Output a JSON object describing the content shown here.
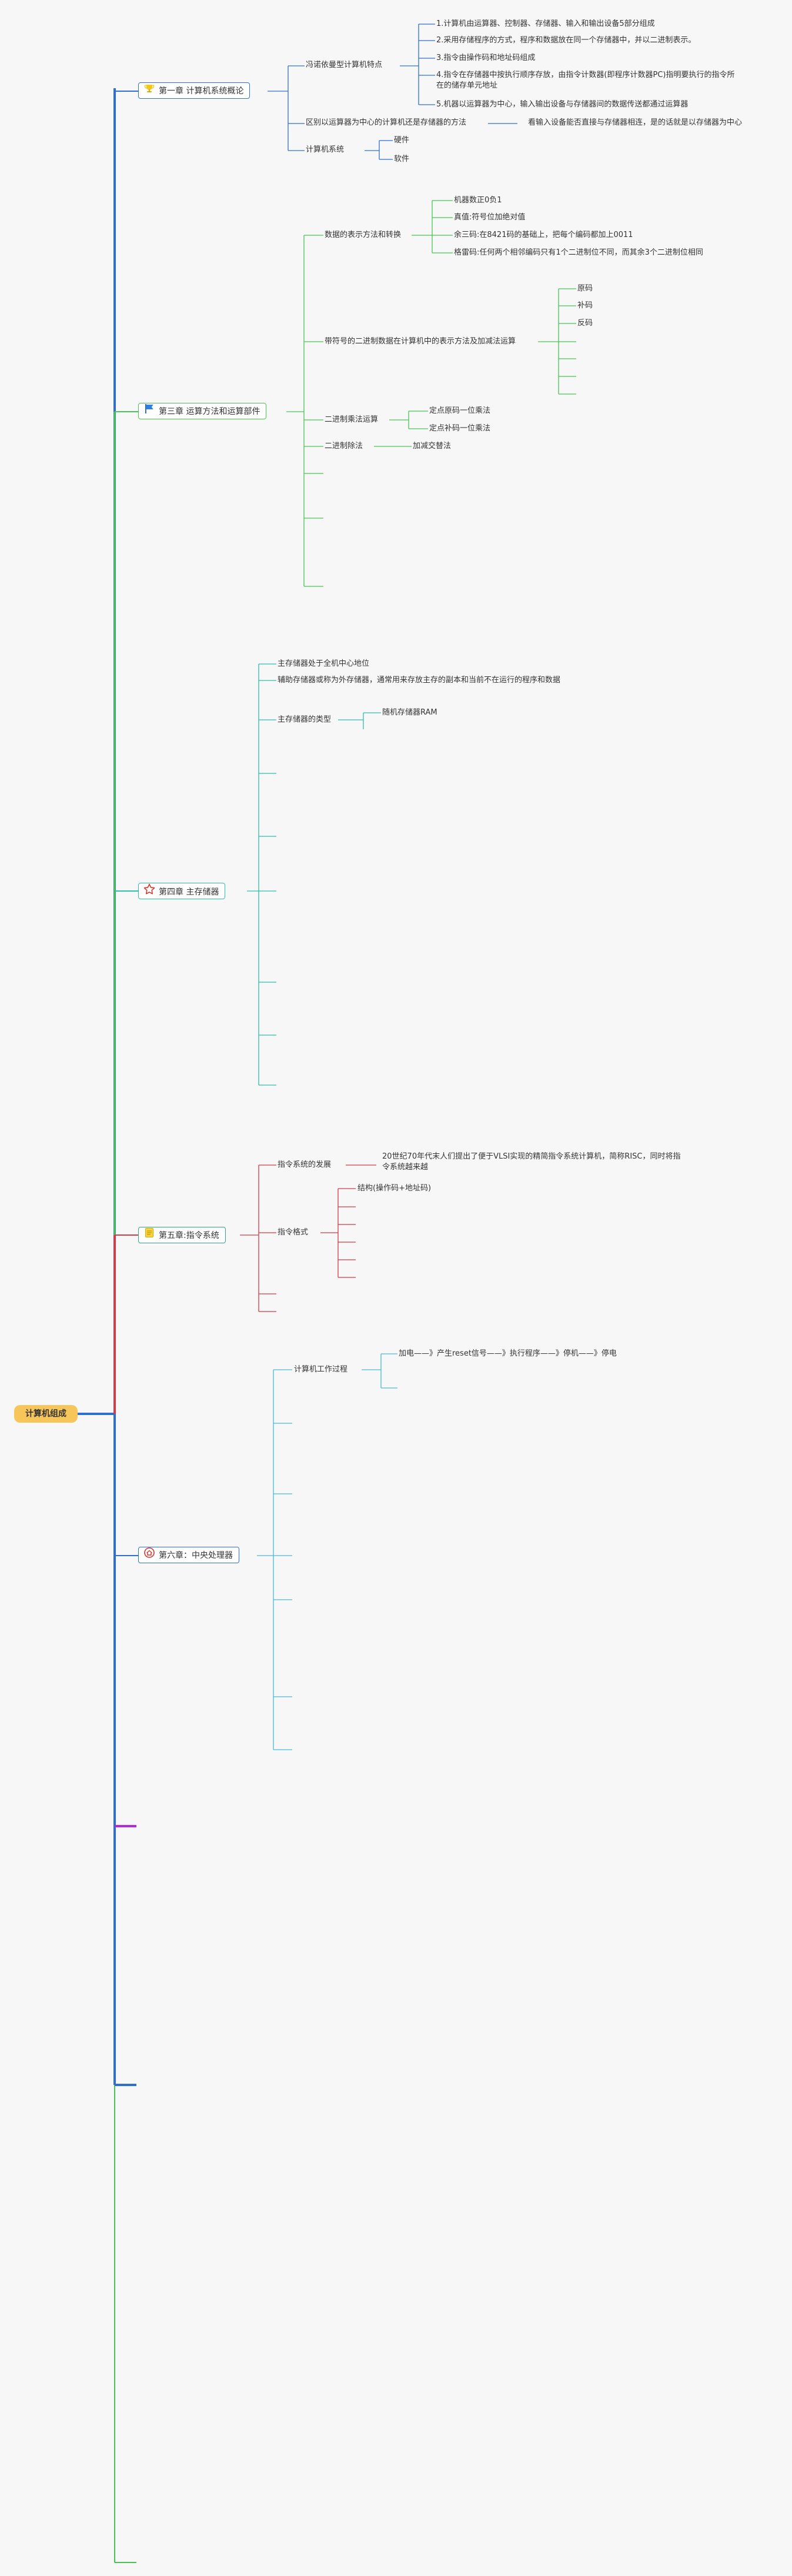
{
  "root": "计算机组成",
  "colors": {
    "blue": "#2f6fd1",
    "green": "#48c454",
    "teal": "#2fbfa7",
    "red": "#d23b4a",
    "purple": "#b22ad9",
    "brand": "#f7c65a"
  },
  "chapters": [
    {
      "key": "ch1",
      "title": "第一章 计算机系统概论",
      "icon": "trophy-icon",
      "nodes": [
        {
          "label": "冯诺依曼型计算机特点",
          "children": [
            "1.计算机由运算器、控制器、存储器、输入和输出设备5部分组成",
            "2.采用存储程序的方式，程序和数据放在同一个存储器中，并以二进制表示。",
            "3.指令由操作码和地址码组成",
            "4.指令在存储器中按执行顺序存放，由指令计数器(即程序计数器PC)指明要执行的指令所在的储存单元地址",
            "5.机器以运算器为中心，输入输出设备与存储器间的数据传送都通过运算器"
          ]
        },
        {
          "label": "区别以运算器为中心的计算机还是存储器的方法",
          "children": [
            "看输入设备能否直接与存储器相连，是的话就是以存储器为中心"
          ]
        },
        {
          "label": "计算机系统",
          "children": [
            "硬件",
            "软件"
          ]
        }
      ]
    },
    {
      "key": "ch3",
      "title": "第三章 运算方法和运算部件",
      "icon": "flag-icon",
      "nodes": [
        {
          "label": "数据的表示方法和转换",
          "children": [
            "机器数正0负1",
            "真值:符号位加绝对值",
            "余三码:在8421码的基础上，把每个编码都加上0011",
            "格雷码:任何两个相邻编码只有1个二进制位不同，而其余3个二进制位相同"
          ]
        },
        {
          "label": "带符号的二进制数据在计算机中的表示方法及加减法运算",
          "children": [
            "原码",
            "补码",
            "反码"
          ]
        },
        {
          "label": "二进制乘法运算",
          "children": [
            "定点原码一位乘法",
            "定点补码一位乘法"
          ]
        },
        {
          "label": "二进制除法",
          "children": [
            "加减交替法"
          ]
        }
      ]
    },
    {
      "key": "ch4",
      "title": "第四章 主存储器",
      "icon": "star-icon",
      "nodes": [
        {
          "label": "主存储器处于全机中心地位",
          "children": []
        },
        {
          "label": "辅助存储器或称为外存储器，通常用来存放主存的副本和当前不在运行的程序和数据",
          "children": []
        },
        {
          "label": "主存储器的类型",
          "children": [
            "随机存储器RAM"
          ]
        }
      ]
    },
    {
      "key": "ch5",
      "title": "第五章:指令系统",
      "icon": "memo-icon",
      "nodes": [
        {
          "label": "指令系统的发展",
          "children": [
            "20世纪70年代末人们提出了便于VLSI实现的精简指令系统计算机，简称RISC，同时将指令系统越来越"
          ]
        },
        {
          "label": "指令格式",
          "children": [
            "结构(操作码+地址码)"
          ]
        }
      ]
    },
    {
      "key": "ch6",
      "title": "第六章：中央处理器",
      "icon": "home-icon",
      "nodes": [
        {
          "label": "计算机工作过程",
          "children": [
            "加电——》产生reset信号——》执行程序——》停机——》停电"
          ]
        }
      ]
    }
  ]
}
